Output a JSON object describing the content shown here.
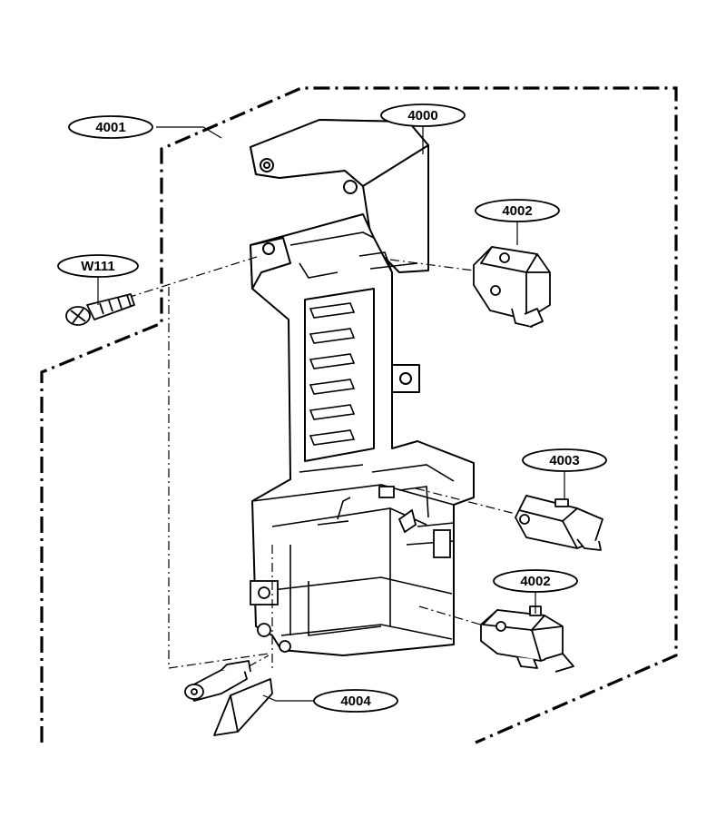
{
  "diagram": {
    "callouts": {
      "frame": "4001",
      "body": "4000",
      "switch_top": "4002",
      "screw": "W111",
      "switch_mid": "4003",
      "switch_bottom": "4002",
      "lever": "4004"
    }
  }
}
